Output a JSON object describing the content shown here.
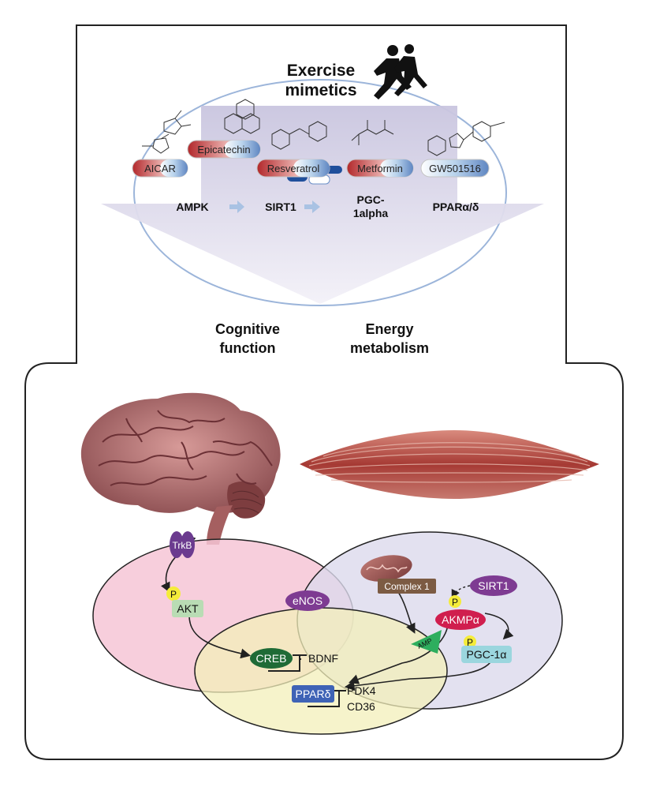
{
  "header": {
    "title_line1": "Exercise",
    "title_line2": "mimetics"
  },
  "drugs": {
    "aicar": "AICAR",
    "epicatechin": "Epicatechin",
    "resveratrol": "Resveratrol",
    "metformin": "Metformin",
    "gw": "GW501516"
  },
  "pathway": {
    "ampk": "AMPK",
    "sirt1": "SIRT1",
    "pgc_line1": "PGC-",
    "pgc_line2": "1alpha",
    "ppar": "PPARα/δ"
  },
  "outcomes": {
    "cog_line1": "Cognitive",
    "cog_line2": "function",
    "energy_line1": "Energy",
    "energy_line2": "metabolism"
  },
  "network": {
    "trkb": "TrkB",
    "p": "P",
    "akt": "AKT",
    "enos": "eNOS",
    "creb": "CREB",
    "bdnf": "BDNF",
    "ppard": "PPARδ",
    "pdk4": "PDK4",
    "cd36": "CD36",
    "complex1": "Complex 1",
    "sirt1": "SIRT1",
    "akmp": "AKMPα",
    "amp": "AMP",
    "pgc1a": "PGC-1α"
  },
  "colors": {
    "brain_circle": "#f6c6d6",
    "muscle_circle": "#dcd9ec",
    "bottom_circle": "#f3efba",
    "trkb": "#6b3b8f",
    "akt": "#b9dcb4",
    "creb": "#1f6b36",
    "ppard": "#3f63b6",
    "complex1": "#7c5b43",
    "akmp": "#d01e4e",
    "sirt1": "#7e3b92",
    "pgc1a": "#9bd6de",
    "amp": "#2eae5e",
    "p_badge": "#f5ec3a"
  }
}
